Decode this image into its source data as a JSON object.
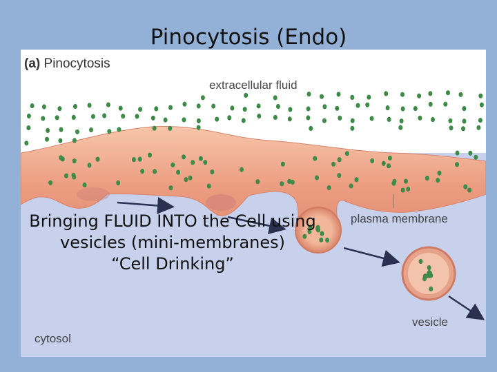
{
  "slide": {
    "title": "Pinocytosis (Endo)"
  },
  "figure": {
    "panel_letter": "(a)",
    "panel_title": "Pinocytosis",
    "labels": {
      "extracellular": "extracellular fluid",
      "membrane": "plasma membrane",
      "vesicle": "vesicle",
      "cytosol": "cytosol"
    }
  },
  "caption": {
    "line1": "Bringing FLUID INTO the Cell using",
    "line2": "vesicles (mini-membranes)",
    "line3": "“Cell Drinking”"
  },
  "colors": {
    "background": "#93b1d6",
    "membrane": "#e8967a",
    "cytosol": "#c6d0ec",
    "dots": "#3e8a48"
  }
}
